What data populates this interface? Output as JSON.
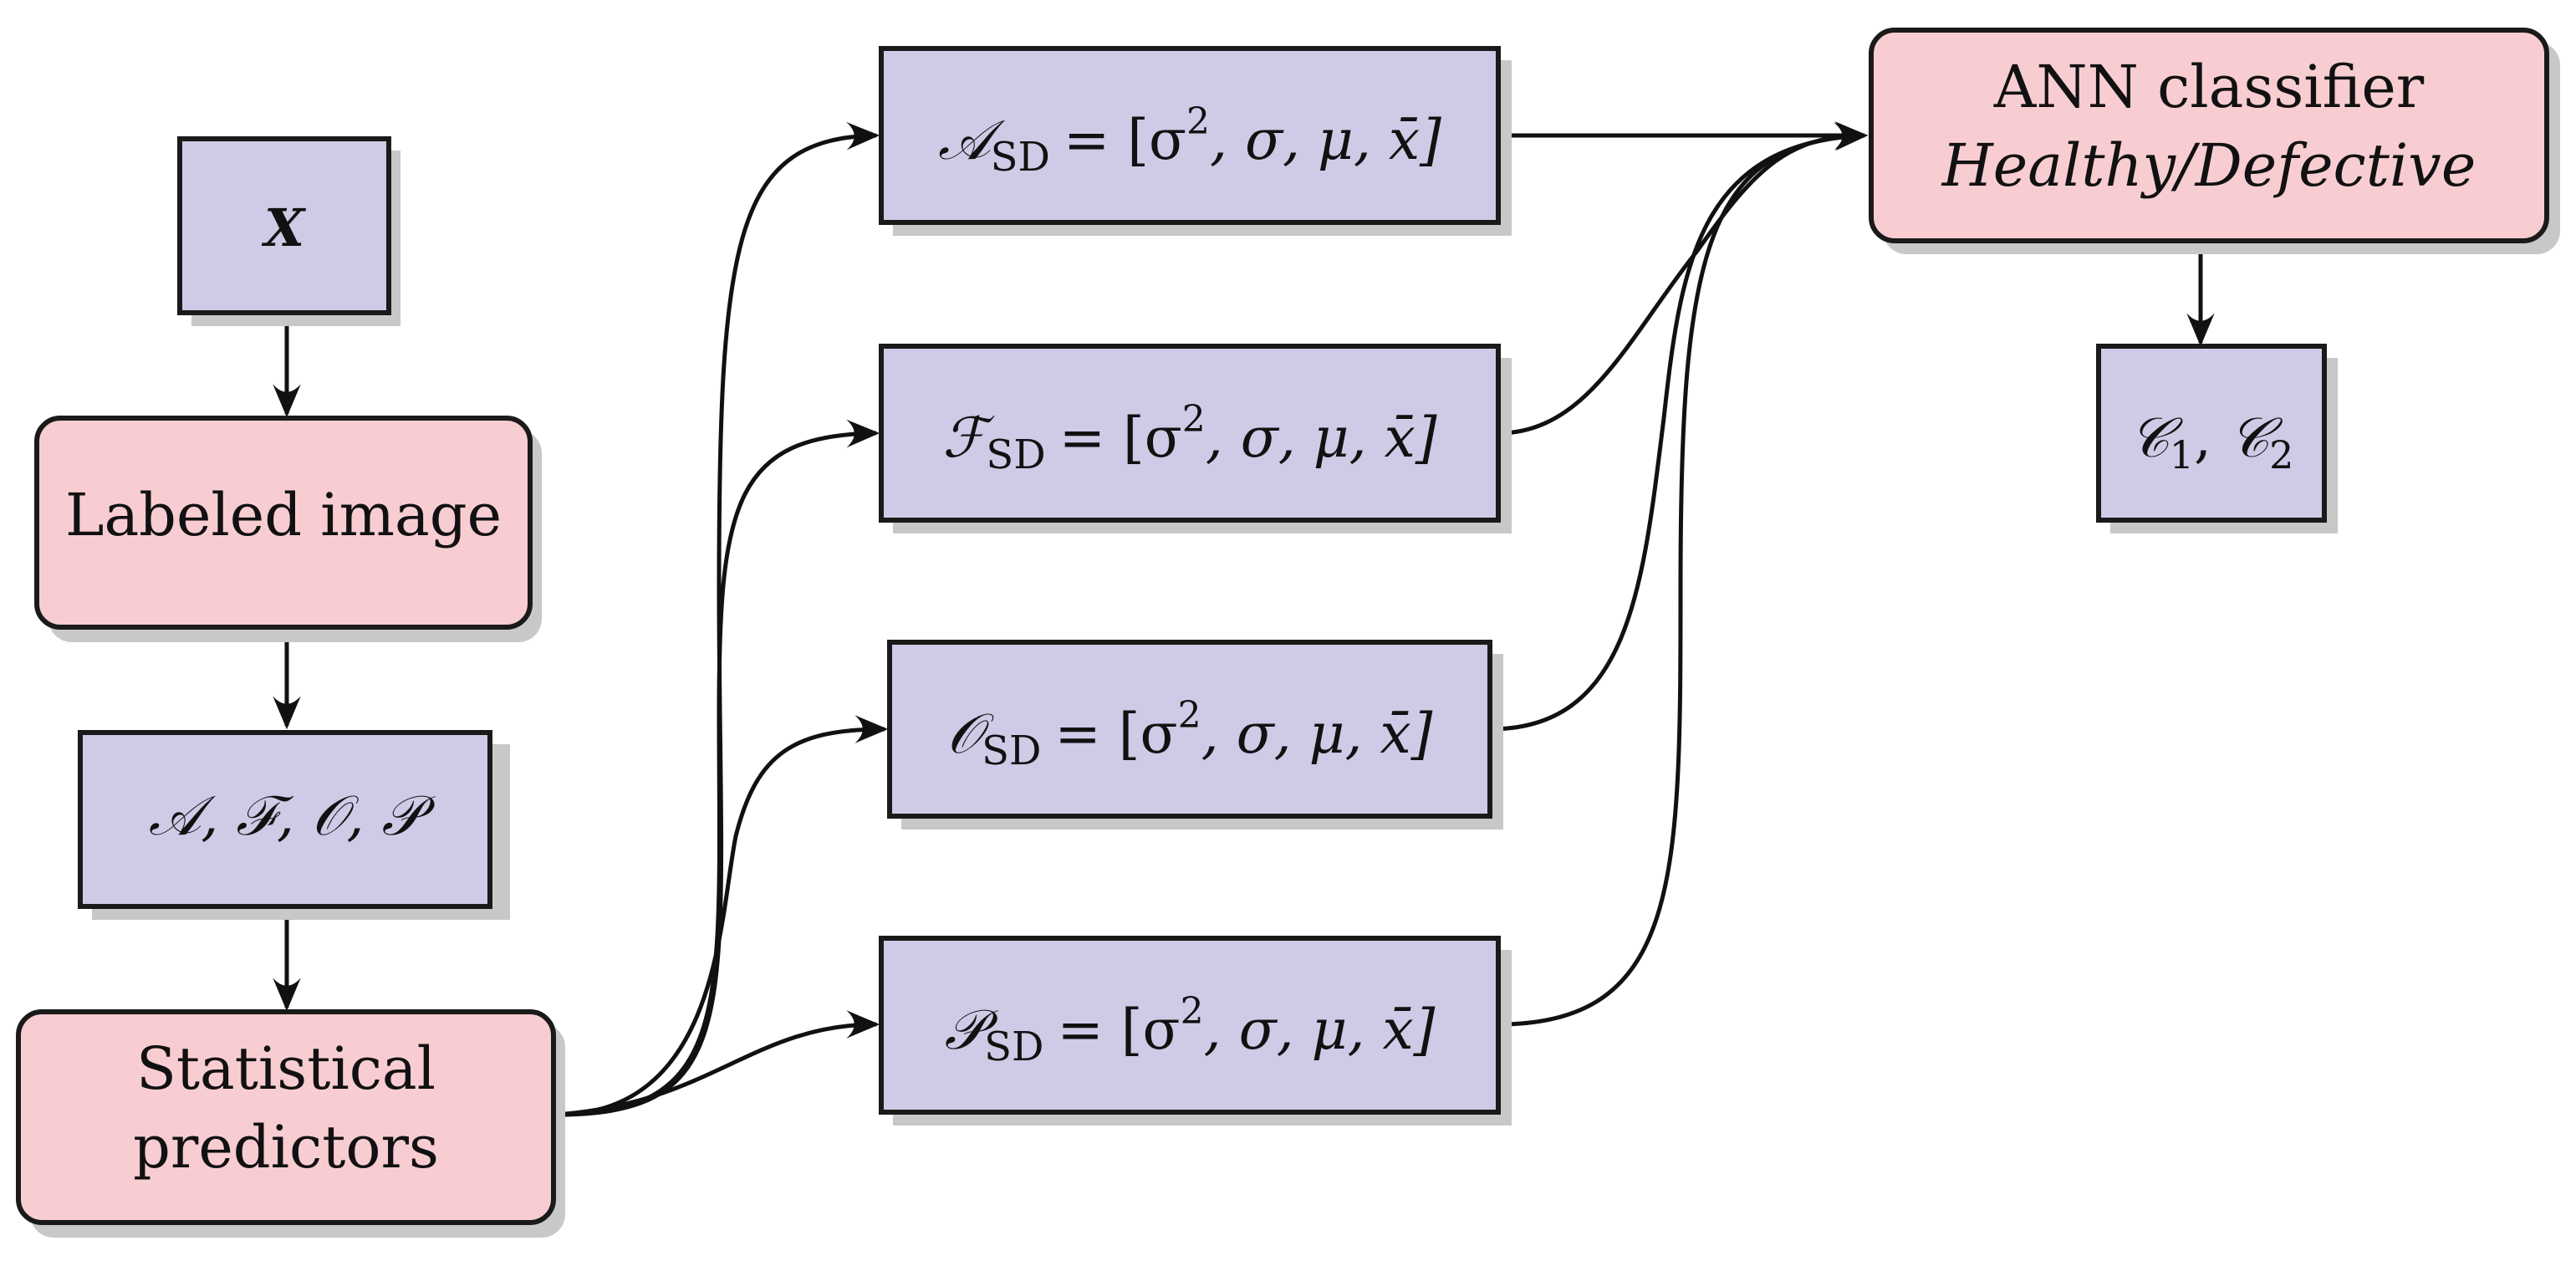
{
  "colors": {
    "blue_fill": "#cdcbe6",
    "pink_fill": "#f8cdd2",
    "stroke": "#1a1a1a",
    "shadow": "#c8c8c8"
  },
  "nodes": {
    "x_input": {
      "text": "X"
    },
    "labeled_image": {
      "text": "Labeled image"
    },
    "channels": {
      "text": "𝒜, ℱ, 𝒪, 𝒫"
    },
    "statistical_predictors": {
      "line1": "Statistical",
      "line2": "predictors"
    },
    "feat_a": {
      "symbol": "𝒜",
      "sub": "SD",
      "rest": "= [σ",
      "sup": "2",
      "tail": ", σ, μ, x̄]"
    },
    "feat_f": {
      "symbol": "ℱ",
      "sub": "SD",
      "rest": "= [σ",
      "sup": "2",
      "tail": ", σ, μ, x̄]"
    },
    "feat_o": {
      "symbol": "𝒪",
      "sub": "SD",
      "rest": "= [σ",
      "sup": "2",
      "tail": ", σ, μ, x̄]"
    },
    "feat_p": {
      "symbol": "𝒫",
      "sub": "SD",
      "rest": "= [σ",
      "sup": "2",
      "tail": ", σ, μ, x̄]"
    },
    "ann_classifier": {
      "line1": "ANN classifier",
      "line2": "Healthy/Defective"
    },
    "classes": {
      "c": "𝒞",
      "sub1": "1",
      "sep": ", ",
      "sub2": "2"
    }
  }
}
